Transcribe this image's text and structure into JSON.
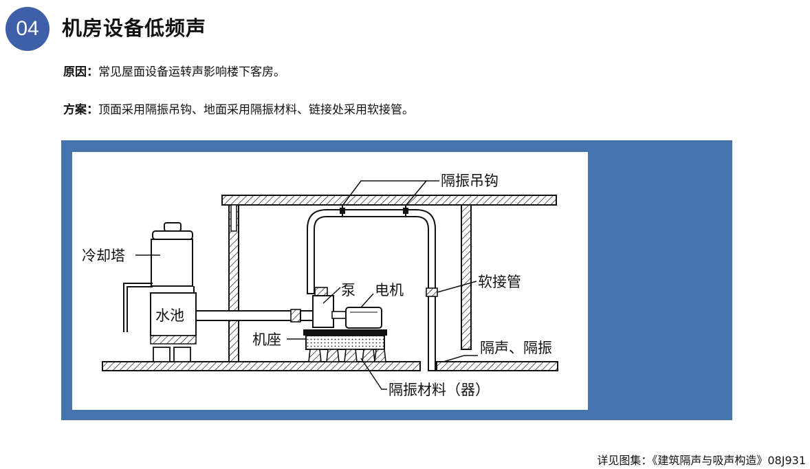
{
  "header": {
    "badge": "04",
    "title": "机房设备低频声"
  },
  "reason": {
    "label": "原因：",
    "text": "常见屋面设备运转声影响楼下客房。"
  },
  "plan": {
    "label": "方案：",
    "text": "顶面采用隔振吊钩、地面采用隔振材料、链接处采用软接管。"
  },
  "diagram": {
    "labels": {
      "hook": "隔振吊钩",
      "cooling_tower": "冷却塔",
      "flex_pipe": "软接管",
      "pump": "泵",
      "motor": "电机",
      "water_tank": "水池",
      "base": "机座",
      "sound_vibration": "隔声、隔振",
      "isolation_material": "隔振材料（器）"
    },
    "colors": {
      "frame": "#4474ab",
      "line": "#111111"
    }
  },
  "footer": {
    "source": "详见图集：《建筑隔声与吸声构造》08J931"
  }
}
